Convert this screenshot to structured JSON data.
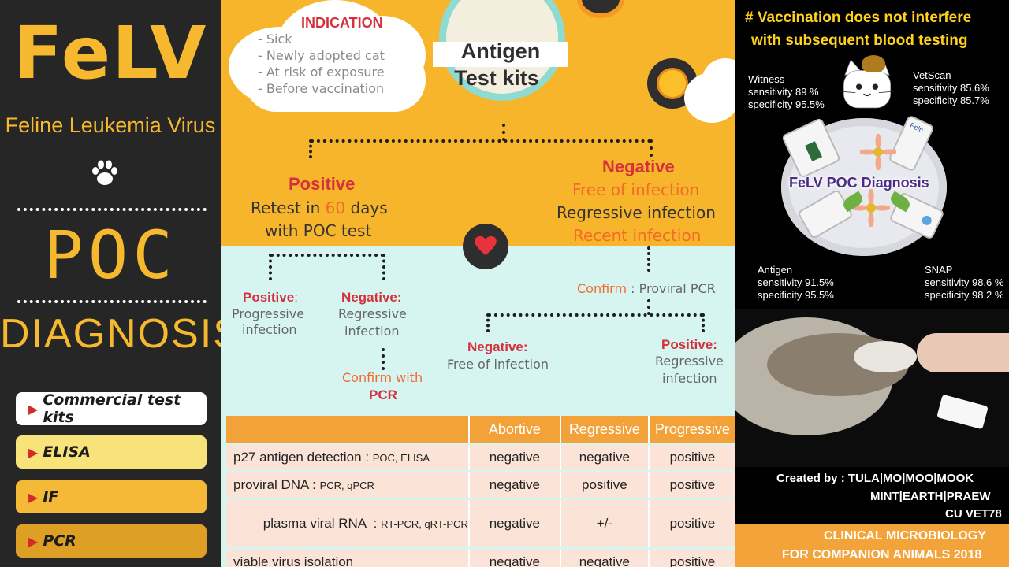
{
  "sidebar": {
    "title": "FeLV",
    "subtitle": "Feline Leukemia Virus",
    "poc": "POC",
    "diagnosis": "DIAGNOSIS",
    "menu": [
      {
        "label": "Commercial test kits",
        "color": "#ffffff"
      },
      {
        "label": "ELISA",
        "color": "#f8e37a"
      },
      {
        "label": "IF",
        "color": "#f4ba37"
      },
      {
        "label": "PCR",
        "color": "#dea024"
      }
    ]
  },
  "indication": {
    "title": "INDICATION",
    "items": [
      "- Sick",
      "- Newly adopted cat",
      "- At risk of exposure",
      "- Before vaccination"
    ]
  },
  "antigen_box": {
    "line1": "Antigen",
    "line2": "Test kits"
  },
  "positive": {
    "title": "Positive",
    "line1_pre": "Retest in ",
    "line1_num": "60",
    "line1_post": " days",
    "line2": "with POC test"
  },
  "negative": {
    "title": "Negative",
    "items": [
      "Free of infection",
      "Regressive infection",
      "Recent infection"
    ]
  },
  "pos_branch": {
    "pos_title": "Positive",
    "pos_colon": ":",
    "pos_lines": [
      "Progressive",
      "infection"
    ],
    "neg_title": "Negative:",
    "neg_lines": [
      "Regressive",
      "infection"
    ],
    "confirm_line1": "Confirm with",
    "confirm_line2": "PCR"
  },
  "neg_branch": {
    "confirm_pre": "Confirm",
    "confirm_post": " : Proviral PCR",
    "neg_title": "Negative:",
    "neg_line": "Free of infection",
    "pos_title": "Positive:",
    "pos_lines": [
      "Regressive",
      "infection"
    ]
  },
  "table": {
    "headers": [
      "",
      "Abortive",
      "Regressive",
      "Progressive"
    ],
    "rows": [
      {
        "main": "p27 antigen detection",
        "sep": " : ",
        "sub": "POC, ELISA",
        "cells": [
          "negative",
          "negative",
          "positive"
        ]
      },
      {
        "main": "proviral DNA",
        "sep": " : ",
        "sub": "PCR, qPCR",
        "cells": [
          "negative",
          "positive",
          "positive"
        ]
      },
      {
        "main": "plasma viral RNA",
        "sep": "  : ",
        "sub": "RT-PCR, qRT-PCR",
        "cells": [
          "negative",
          "+/-",
          "positive"
        ]
      },
      {
        "main": "viable virus isolation",
        "sep": "",
        "sub": "",
        "cells": [
          "negative",
          "negative",
          "positive"
        ]
      }
    ]
  },
  "right": {
    "vaccination_line1": "# Vaccination does not interfere",
    "vaccination_line2": "with subsequent blood testing",
    "witness": {
      "name": "Witness",
      "sens": "sensitivity 89 %",
      "spec": "specificity 95.5%"
    },
    "vetscan": {
      "name": "VetScan",
      "sens": "sensitivity 85.6%",
      "spec": "specificity 85.7%"
    },
    "antigen": {
      "name": "Antigen",
      "sens": "sensitivity 91.5%",
      "spec": "specificity 95.5%"
    },
    "snap": {
      "name": "SNAP",
      "sens": "sensitivity 98.6 %",
      "spec": "specificity 98.2 %"
    },
    "center_label": "FeLV POC Diagnosis",
    "kit_label": "Feln",
    "created_line1": "Created by :  TULA|MO|MOO|MOOK",
    "created_line2": "MINT|EARTH|PRAEW",
    "created_line3": "CU VET78",
    "footer_line1": "CLINICAL MICROBIOLOGY",
    "footer_line2": "FOR COMPANION ANIMALS 2018"
  },
  "colors": {
    "yellow": "#f7b52c",
    "mint": "#d6f5f0",
    "sidebar": "#262626",
    "accent_gold": "#f5b82e",
    "red": "#d6303c",
    "orange_text": "#f36a2a",
    "table_header": "#f3a23a",
    "table_row": "#fbe3d7",
    "footer": "#f2a33a"
  },
  "icons": [
    "paw-icon",
    "heart-icon",
    "cat-face-icon",
    "flower-icon"
  ]
}
